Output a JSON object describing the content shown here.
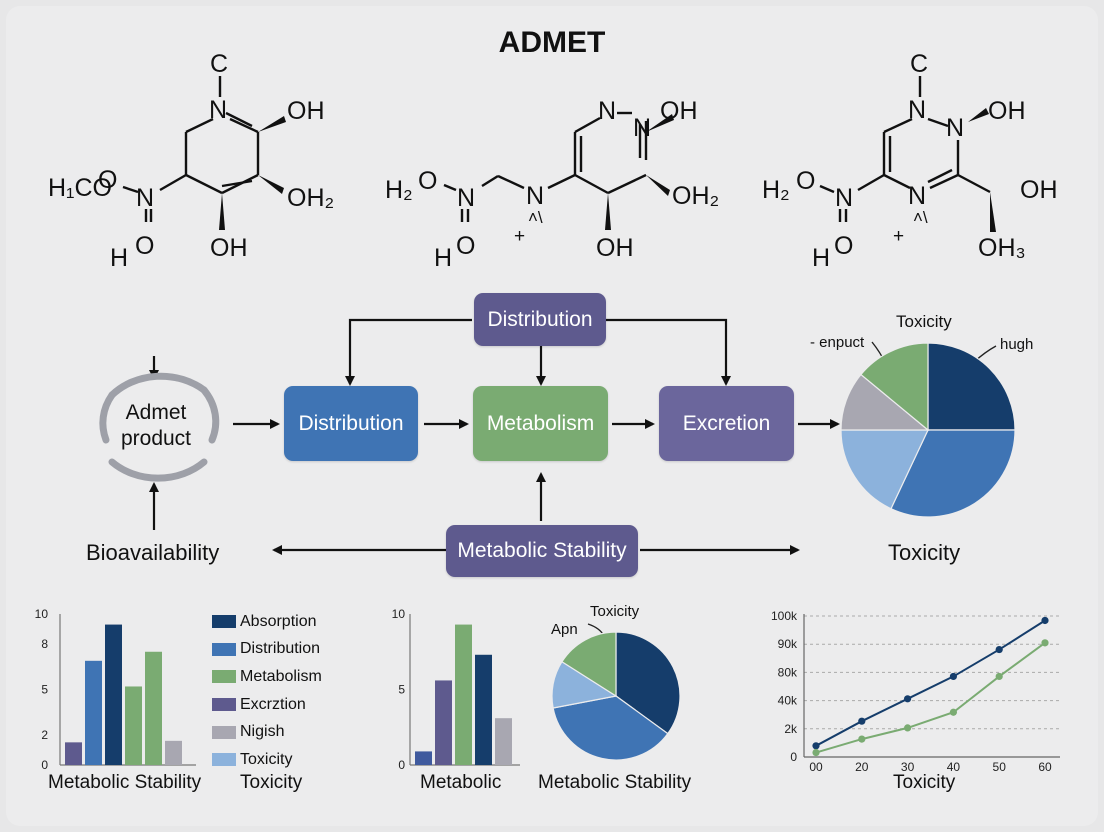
{
  "title": "ADMET",
  "molecules": [
    {
      "labels": [
        "C",
        "N",
        "OH",
        "H₁CO",
        "N",
        "O",
        "H",
        "O",
        "OH₂",
        "OH"
      ]
    },
    {
      "labels": [
        "N",
        "N",
        "OH",
        "H₂",
        "O",
        "N",
        "H",
        "O",
        "N",
        "+",
        "˄\\",
        "OH₂",
        "OH"
      ]
    },
    {
      "labels": [
        "C",
        "N",
        "N",
        "OH",
        "H₂",
        "O",
        "N",
        "H",
        "O",
        "N",
        "+",
        "˄\\",
        "OH",
        "OH₃"
      ]
    }
  ],
  "flow": {
    "cycle_label": "Admet\nproduct",
    "distribution_top": "Distribution",
    "distribution": "Distribution",
    "metabolism": "Metabolism",
    "excretion": "Excretion",
    "metabolic_stability": "Metabolic Stability",
    "bioavailability": "Bioavailability",
    "toxicity": "Toxicity"
  },
  "colors": {
    "navy": "#153d6b",
    "blue": "#3f74b4",
    "green": "#7aab72",
    "purple": "#5e5a8e",
    "purple_box": "#6b669c",
    "gray": "#a8a7b1",
    "light_blue": "#8cb2dc"
  },
  "chart_data": [
    {
      "type": "pie",
      "title": "Toxicity",
      "annotations": [
        "- enpuct",
        "hugh"
      ],
      "slices": [
        {
          "value": 25,
          "color": "#153d6b"
        },
        {
          "value": 32,
          "color": "#3f74b4"
        },
        {
          "value": 18,
          "color": "#8cb2dc"
        },
        {
          "value": 11,
          "color": "#a8a7b1"
        },
        {
          "value": 14,
          "color": "#7aab72"
        }
      ]
    },
    {
      "type": "bar",
      "xlabel": "Metabolic Stability",
      "ylim": [
        0,
        10
      ],
      "yticks": [
        "0",
        "2",
        "5",
        "8",
        "10"
      ],
      "ytick_values": [
        0,
        2,
        5,
        8,
        10
      ],
      "values": [
        1.5,
        6.9,
        9.3,
        5.2,
        7.5,
        1.6
      ],
      "colors": [
        "#5e5a8e",
        "#3f74b4",
        "#153d6b",
        "#7aab72",
        "#7aab72",
        "#a8a7b1"
      ],
      "legend": [
        {
          "label": "Absorption",
          "color": "#153d6b"
        },
        {
          "label": "Distribution",
          "color": "#3f74b4"
        },
        {
          "label": "Metabolism",
          "color": "#7aab72"
        },
        {
          "label": "Excrztion",
          "color": "#5e5a8e"
        },
        {
          "label": "Nigish",
          "color": "#a8a7b1"
        },
        {
          "label": "Toxicity",
          "color": "#8cb2dc"
        }
      ],
      "legend_caption": "Toxicity"
    },
    {
      "type": "bar",
      "xlabel": "Metabolic",
      "ylim": [
        0,
        10
      ],
      "yticks": [
        "0",
        "5",
        "10"
      ],
      "ytick_values": [
        0,
        5,
        10
      ],
      "values": [
        0.9,
        5.6,
        9.3,
        7.3,
        3.1
      ],
      "colors": [
        "#3f5a9e",
        "#5e5a8e",
        "#7aab72",
        "#153d6b",
        "#a8a7b1"
      ]
    },
    {
      "type": "pie",
      "xlabel": "Metabolic Stability",
      "annotations": [
        "Toxicity",
        "Apn"
      ],
      "slices": [
        {
          "value": 35,
          "color": "#153d6b"
        },
        {
          "value": 37,
          "color": "#3f74b4"
        },
        {
          "value": 12,
          "color": "#8cb2dc"
        },
        {
          "value": 16,
          "color": "#7aab72"
        }
      ]
    },
    {
      "type": "line",
      "xlabel": "Toxicity",
      "x": [
        0,
        20,
        30,
        40,
        50,
        60
      ],
      "xticks": [
        "00",
        "20",
        "30",
        "40",
        "50",
        "60"
      ],
      "yticks": [
        "0",
        "2k",
        "40k",
        "80k",
        "90k",
        "100k"
      ],
      "grid": true,
      "series": [
        {
          "values": [
            0.5,
            1.6,
            2.6,
            3.6,
            4.8,
            6.1
          ],
          "color": "#153d6b"
        },
        {
          "values": [
            0.2,
            0.8,
            1.3,
            2.0,
            3.6,
            5.1
          ],
          "color": "#7aab72"
        }
      ]
    }
  ]
}
